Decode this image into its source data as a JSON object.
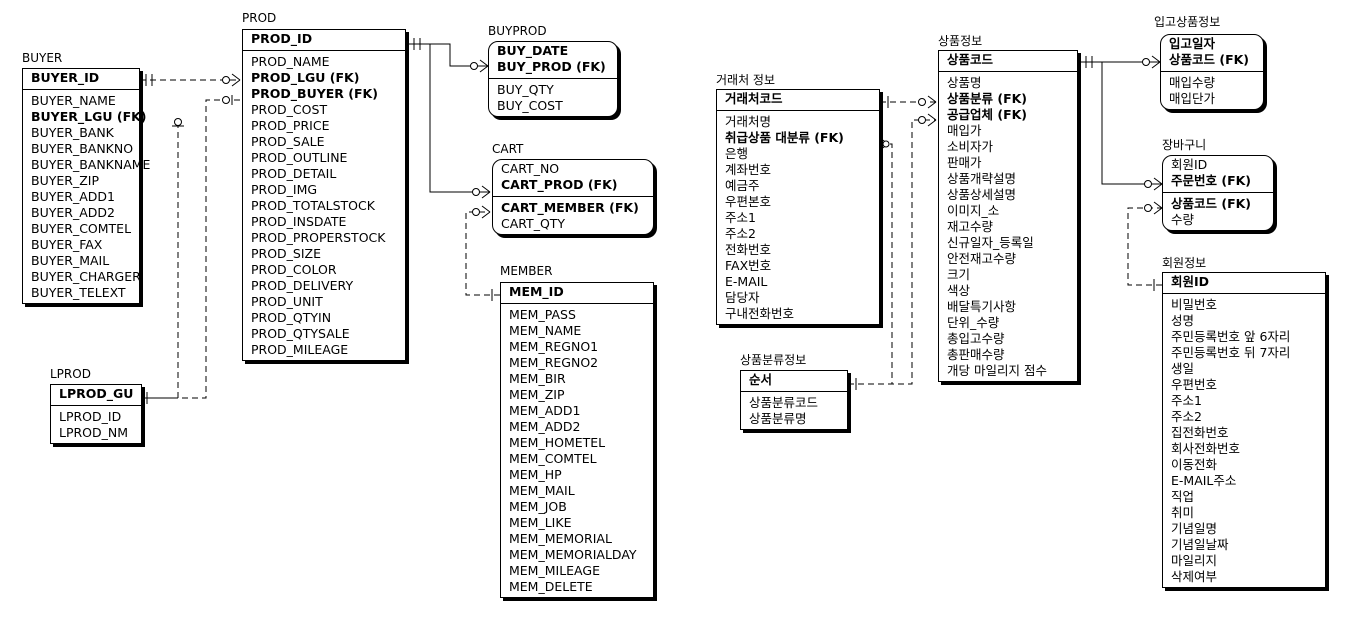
{
  "left_diagram": {
    "buyer": {
      "title": "BUYER",
      "pk": [
        "BUYER_ID"
      ],
      "attributes": [
        {
          "label": "BUYER_NAME",
          "bold": false
        },
        {
          "label": "BUYER_LGU (FK)",
          "bold": true
        },
        {
          "label": "BUYER_BANK",
          "bold": false
        },
        {
          "label": "BUYER_BANKNO",
          "bold": false
        },
        {
          "label": "BUYER_BANKNAME",
          "bold": false
        },
        {
          "label": "BUYER_ZIP",
          "bold": false
        },
        {
          "label": "BUYER_ADD1",
          "bold": false
        },
        {
          "label": "BUYER_ADD2",
          "bold": false
        },
        {
          "label": "BUYER_COMTEL",
          "bold": false
        },
        {
          "label": "BUYER_FAX",
          "bold": false
        },
        {
          "label": "BUYER_MAIL",
          "bold": false
        },
        {
          "label": "BUYER_CHARGER",
          "bold": false
        },
        {
          "label": "BUYER_TELEXT",
          "bold": false
        }
      ]
    },
    "lprod": {
      "title": "LPROD",
      "pk": [
        "LPROD_GU"
      ],
      "attributes": [
        {
          "label": "LPROD_ID",
          "bold": false
        },
        {
          "label": "LPROD_NM",
          "bold": false
        }
      ]
    },
    "prod": {
      "title": "PROD",
      "pk": [
        "PROD_ID"
      ],
      "attributes": [
        {
          "label": "PROD_NAME",
          "bold": false
        },
        {
          "label": "PROD_LGU (FK)",
          "bold": true
        },
        {
          "label": "PROD_BUYER (FK)",
          "bold": true
        },
        {
          "label": "PROD_COST",
          "bold": false
        },
        {
          "label": "PROD_PRICE",
          "bold": false
        },
        {
          "label": "PROD_SALE",
          "bold": false
        },
        {
          "label": "PROD_OUTLINE",
          "bold": false
        },
        {
          "label": "PROD_DETAIL",
          "bold": false
        },
        {
          "label": "PROD_IMG",
          "bold": false
        },
        {
          "label": "PROD_TOTALSTOCK",
          "bold": false
        },
        {
          "label": "PROD_INSDATE",
          "bold": false
        },
        {
          "label": "PROD_PROPERSTOCK",
          "bold": false
        },
        {
          "label": "PROD_SIZE",
          "bold": false
        },
        {
          "label": "PROD_COLOR",
          "bold": false
        },
        {
          "label": "PROD_DELIVERY",
          "bold": false
        },
        {
          "label": "PROD_UNIT",
          "bold": false
        },
        {
          "label": "PROD_QTYIN",
          "bold": false
        },
        {
          "label": "PROD_QTYSALE",
          "bold": false
        },
        {
          "label": "PROD_MILEAGE",
          "bold": false
        }
      ]
    },
    "buyprod": {
      "title": "BUYPROD",
      "pk": [
        "BUY_DATE",
        "BUY_PROD (FK)"
      ],
      "attributes": [
        {
          "label": "BUY_QTY",
          "bold": false
        },
        {
          "label": "BUY_COST",
          "bold": false
        }
      ]
    },
    "cart": {
      "title": "CART",
      "pk": [
        "CART_NO",
        "CART_PROD (FK)"
      ],
      "pk_bold": [
        false,
        true
      ],
      "attributes": [
        {
          "label": "CART_MEMBER (FK)",
          "bold": true
        },
        {
          "label": "CART_QTY",
          "bold": false
        }
      ]
    },
    "member": {
      "title": "MEMBER",
      "pk": [
        "MEM_ID"
      ],
      "attributes": [
        {
          "label": "MEM_PASS",
          "bold": false
        },
        {
          "label": "MEM_NAME",
          "bold": false
        },
        {
          "label": "MEM_REGNO1",
          "bold": false
        },
        {
          "label": "MEM_REGNO2",
          "bold": false
        },
        {
          "label": "MEM_BIR",
          "bold": false
        },
        {
          "label": "MEM_ZIP",
          "bold": false
        },
        {
          "label": "MEM_ADD1",
          "bold": false
        },
        {
          "label": "MEM_ADD2",
          "bold": false
        },
        {
          "label": "MEM_HOMETEL",
          "bold": false
        },
        {
          "label": "MEM_COMTEL",
          "bold": false
        },
        {
          "label": "MEM_HP",
          "bold": false
        },
        {
          "label": "MEM_MAIL",
          "bold": false
        },
        {
          "label": "MEM_JOB",
          "bold": false
        },
        {
          "label": "MEM_LIKE",
          "bold": false
        },
        {
          "label": "MEM_MEMORIAL",
          "bold": false
        },
        {
          "label": "MEM_MEMORIALDAY",
          "bold": false
        },
        {
          "label": "MEM_MILEAGE",
          "bold": false
        },
        {
          "label": "MEM_DELETE",
          "bold": false
        }
      ]
    }
  },
  "right_diagram": {
    "supplier": {
      "title": "거래처 정보",
      "pk": [
        "거래처코드"
      ],
      "attributes": [
        {
          "label": "거래처명",
          "bold": false
        },
        {
          "label": "취급상품 대분류 (FK)",
          "bold": true
        },
        {
          "label": "은행",
          "bold": false
        },
        {
          "label": "계좌번호",
          "bold": false
        },
        {
          "label": "예금주",
          "bold": false
        },
        {
          "label": "우편본호",
          "bold": false
        },
        {
          "label": "주소1",
          "bold": false
        },
        {
          "label": "주소2",
          "bold": false
        },
        {
          "label": "전화번호",
          "bold": false
        },
        {
          "label": "FAX번호",
          "bold": false
        },
        {
          "label": "E-MAIL",
          "bold": false
        },
        {
          "label": "담당자",
          "bold": false
        },
        {
          "label": "구내전화번호",
          "bold": false
        }
      ]
    },
    "category": {
      "title": "상품분류정보",
      "pk": [
        "순서"
      ],
      "attributes": [
        {
          "label": "상품분류코드",
          "bold": false
        },
        {
          "label": "상품분류명",
          "bold": false
        }
      ]
    },
    "product": {
      "title": "상품정보",
      "pk": [
        "상품코드"
      ],
      "attributes": [
        {
          "label": "상품명",
          "bold": false
        },
        {
          "label": "상품분류 (FK)",
          "bold": true
        },
        {
          "label": "공급업체 (FK)",
          "bold": true
        },
        {
          "label": "매입가",
          "bold": false
        },
        {
          "label": "소비자가",
          "bold": false
        },
        {
          "label": "판매가",
          "bold": false
        },
        {
          "label": "상품개략설명",
          "bold": false
        },
        {
          "label": "상품상세설명",
          "bold": false
        },
        {
          "label": "이미지_소",
          "bold": false
        },
        {
          "label": "재고수량",
          "bold": false
        },
        {
          "label": "신규일자_등록일",
          "bold": false
        },
        {
          "label": "안전재고수량",
          "bold": false
        },
        {
          "label": "크기",
          "bold": false
        },
        {
          "label": "색상",
          "bold": false
        },
        {
          "label": "배달특기사항",
          "bold": false
        },
        {
          "label": "단위_수량",
          "bold": false
        },
        {
          "label": "총입고수량",
          "bold": false
        },
        {
          "label": "총판매수량",
          "bold": false
        },
        {
          "label": "개당 마일리지 점수",
          "bold": false
        }
      ]
    },
    "stock_in": {
      "title": "입고상품정보",
      "pk": [
        "입고일자",
        "상품코드 (FK)"
      ],
      "attributes": [
        {
          "label": "매입수량",
          "bold": false
        },
        {
          "label": "매입단가",
          "bold": false
        }
      ]
    },
    "basket": {
      "title": "장바구니",
      "pk": [
        "회원ID",
        "주문번호 (FK)"
      ],
      "pk_bold": [
        false,
        true
      ],
      "attributes": [
        {
          "label": "상품코드 (FK)",
          "bold": true
        },
        {
          "label": "수량",
          "bold": false
        }
      ]
    },
    "member_info": {
      "title": "회원정보",
      "pk": [
        "회원ID"
      ],
      "attributes": [
        {
          "label": "비밀번호",
          "bold": false
        },
        {
          "label": "성명",
          "bold": false
        },
        {
          "label": "주민등록번호 앞 6자리",
          "bold": false
        },
        {
          "label": "주민등록번호 뒤 7자리",
          "bold": false
        },
        {
          "label": "생일",
          "bold": false
        },
        {
          "label": "우편번호",
          "bold": false
        },
        {
          "label": "주소1",
          "bold": false
        },
        {
          "label": "주소2",
          "bold": false
        },
        {
          "label": "집전화번호",
          "bold": false
        },
        {
          "label": "회사전화번호",
          "bold": false
        },
        {
          "label": "이동전화",
          "bold": false
        },
        {
          "label": "E-MAIL주소",
          "bold": false
        },
        {
          "label": "직업",
          "bold": false
        },
        {
          "label": "취미",
          "bold": false
        },
        {
          "label": "기념일명",
          "bold": false
        },
        {
          "label": "기념일날짜",
          "bold": false
        },
        {
          "label": "마일리지",
          "bold": false
        },
        {
          "label": "삭제여부",
          "bold": false
        }
      ]
    }
  }
}
